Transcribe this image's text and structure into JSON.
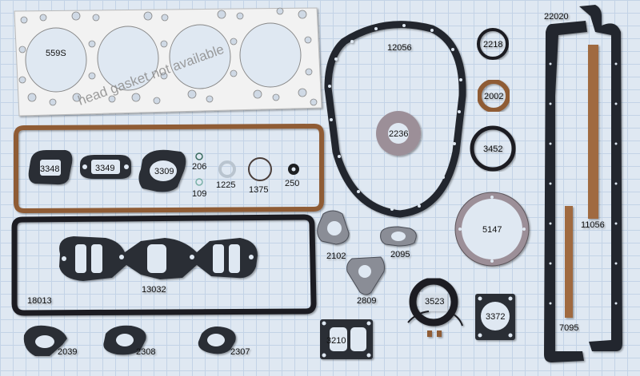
{
  "watermark": "head gasket not available",
  "labels": {
    "head": "559S",
    "timing_cover": "12056",
    "seal_2218": "2218",
    "seal_2002": "2002",
    "seal_2236": "2236",
    "seal_3452": "3452",
    "pan": "22020",
    "valve_cover": "",
    "g3348": "3348",
    "g3349": "3349",
    "g3309": "3309",
    "g206": "206",
    "g109": "109",
    "g1225": "1225",
    "g1375": "1375",
    "g250": "250",
    "manifold_outer": "18013",
    "manifold_inner": "13032",
    "g2102": "2102",
    "g2095": "2095",
    "g2809": "2809",
    "g5147": "5147",
    "g11056": "11056",
    "g3523": "3523",
    "g3372": "3372",
    "g7095": "7095",
    "g3210": "3210",
    "g2039": "2039",
    "g2308": "2308",
    "g2307": "2307"
  },
  "colors": {
    "gasket_dark": "#2a2f36",
    "cork": "#a06a3f",
    "paper_white": "#f4f4f4",
    "fiber_gray": "#9c8f98"
  }
}
